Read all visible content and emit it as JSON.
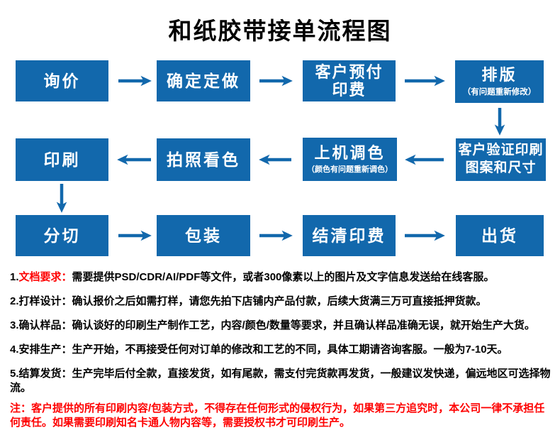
{
  "title": "和纸胶带接单流程图",
  "colors": {
    "box_blue": "#1268ac",
    "arrow_blue": "#1268ac",
    "title_black": "#000000",
    "note_black": "#000000",
    "note_red": "#fe0000"
  },
  "flowchart": {
    "boxes": [
      {
        "id": "inquiry",
        "label": "询价"
      },
      {
        "id": "confirm-order",
        "label": "确定定做"
      },
      {
        "id": "customer-prepay",
        "label": "客户预付\n印费"
      },
      {
        "id": "layout",
        "label": "排版",
        "sub": "（有问题重新修改）"
      },
      {
        "id": "verify-artwork",
        "label": "客户验证印刷\n图案和尺寸"
      },
      {
        "id": "color-tuning",
        "label": "上机调色",
        "sub": "（颜色有问题重新调色）"
      },
      {
        "id": "photo-check",
        "label": "拍照看色"
      },
      {
        "id": "printing",
        "label": "印刷"
      },
      {
        "id": "slitting",
        "label": "分切"
      },
      {
        "id": "packing",
        "label": "包装"
      },
      {
        "id": "final-payment",
        "label": "结清印费"
      },
      {
        "id": "shipping",
        "label": "出货"
      }
    ]
  },
  "notes": [
    {
      "num": "1.",
      "label": "文档要求：",
      "text": "需要提供PSD/CDR/AI/PDF等文件，或者300像素以上的图片及文字信息发送给在线客服。"
    },
    {
      "num": "2.",
      "label": "打样设计：",
      "text": "确认报价之后如需打样，请您先拍下店铺内产品付款，后续大货满三万可直接抵押货款。"
    },
    {
      "num": "3.",
      "label": "确认样品：",
      "text": "确认谈好的印刷生产制作工艺，内容/颜色/数量等要求，并且确认样品准确无误，就开始生产大货。"
    },
    {
      "num": "4.",
      "label": "安排生产：",
      "text": "生产开始，不再接受任何对订单的修改和工艺的不同，具体工期请咨询客服。一般为7-10天。"
    },
    {
      "num": "5.",
      "label": "结算发货：",
      "text": "生产完毕后付全款，直接发货，如有尾款，需支付完货款再发货，一般建议发快递，偏远地区可选择物流。"
    }
  ],
  "warning": {
    "label": "注：",
    "text": "客户提供的所有印刷内容/包装方式，不得存在任何形式的侵权行为，如果第三方追究时，本公司一律不承担任何责任。如果需要印刷知名卡通人物内容等，需要授权书才可印刷生产。"
  }
}
